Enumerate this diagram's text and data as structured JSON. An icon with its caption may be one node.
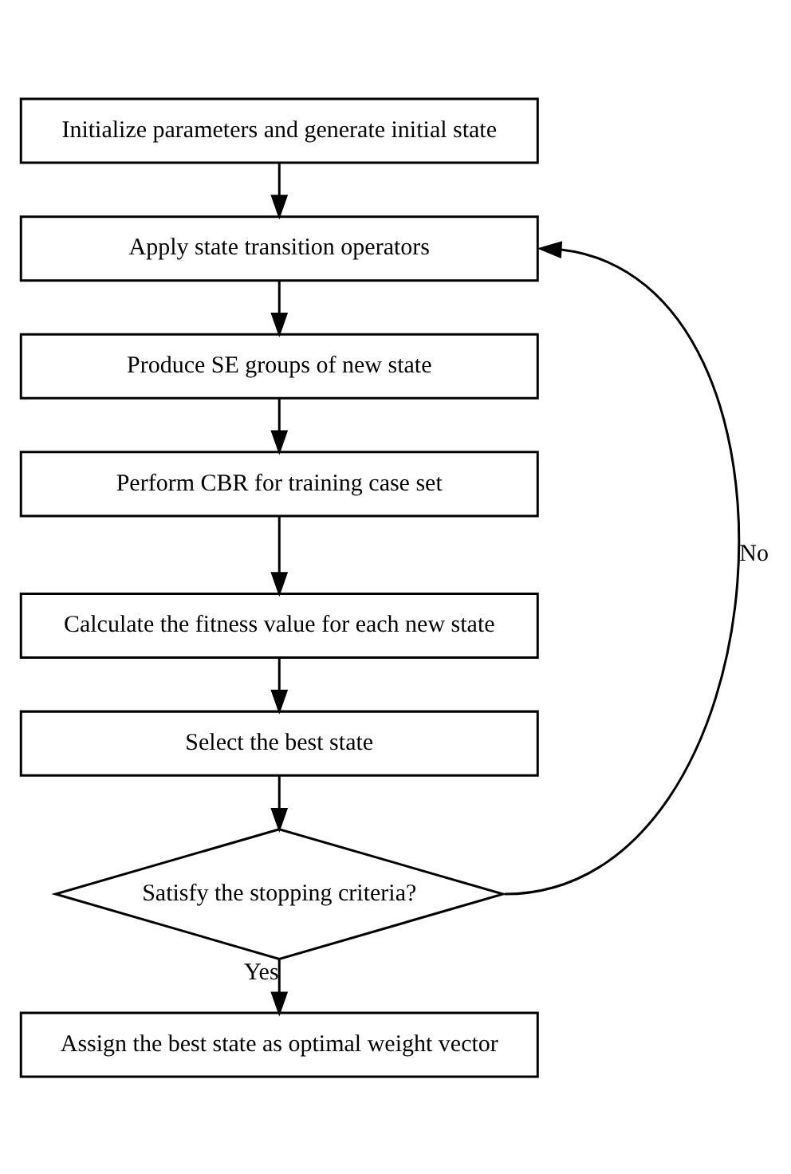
{
  "diagram": {
    "nodes": [
      {
        "text": [
          "Initialize parameters and generate initial state"
        ]
      },
      {
        "text": [
          "Apply state transition operators"
        ]
      },
      {
        "text": [
          "Produce SE groups of new state"
        ]
      },
      {
        "text": [
          "Perform CBR for training case set"
        ]
      },
      {
        "text": [
          "Calculate the fitness value for each new state"
        ]
      },
      {
        "text": [
          "Select the best state"
        ]
      },
      {
        "text": [
          "Satisfy the stopping criteria?"
        ]
      },
      {
        "text": [
          "Assign the best state as optimal weight vector"
        ]
      }
    ],
    "edges": [
      {
        "from": 0,
        "to": 1,
        "arrow": "to"
      },
      {
        "from": 1,
        "to": 2,
        "arrow": "to"
      },
      {
        "from": 2,
        "to": 3,
        "arrow": "to"
      },
      {
        "from": 3,
        "to": 4,
        "arrow": "to"
      },
      {
        "from": 4,
        "to": 5,
        "arrow": "to"
      },
      {
        "from": 5,
        "to": 6,
        "arrow": "to"
      },
      {
        "from": 6,
        "to": 7,
        "arrow": "to",
        "label": "Yes"
      },
      {
        "from": 6,
        "to": 1,
        "arrow": "to",
        "label": "No"
      }
    ]
  }
}
